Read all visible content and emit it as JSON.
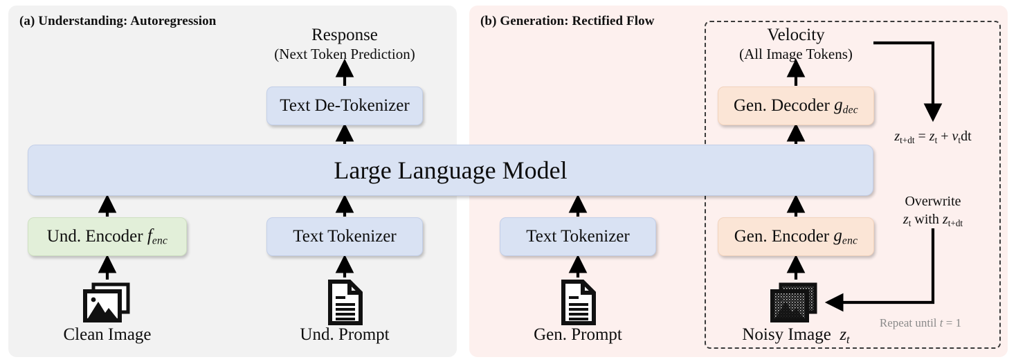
{
  "figure": {
    "panels": [
      {
        "id": "a",
        "title": "(a) Understanding: Autoregression",
        "bg": "#f2f2f2"
      },
      {
        "id": "b",
        "title": "(b) Generation: Rectified Flow",
        "bg": "#fdf0ee"
      }
    ]
  },
  "colors": {
    "blue_box": "#d9e2f3",
    "green_box": "#e2efd9",
    "peach_box": "#fbe5d6",
    "panel_left_bg": "#f2f2f2",
    "panel_right_bg": "#fdf0ee",
    "arrow": "#000000",
    "dashed_border": "#3a3a3a",
    "muted_text": "#8a8a8a"
  },
  "nodes": {
    "text_detokenizer": "Text De-Tokenizer",
    "large_language_model": "Large Language Model",
    "und_encoder": "Und. Encoder",
    "und_encoder_sym": "f",
    "und_encoder_sub": "enc",
    "text_tokenizer_left": "Text Tokenizer",
    "text_tokenizer_right": "Text Tokenizer",
    "gen_decoder": "Gen. Decoder",
    "gen_decoder_sym": "g",
    "gen_decoder_sub": "dec",
    "gen_encoder": "Gen. Encoder",
    "gen_encoder_sym": "g",
    "gen_encoder_sub": "enc"
  },
  "captions": {
    "response_main": "Response",
    "response_sub": "(Next Token Prediction)",
    "velocity_main": "Velocity",
    "velocity_sub": "(All Image Tokens)",
    "clean_image": "Clean Image",
    "und_prompt": "Und. Prompt",
    "gen_prompt": "Gen. Prompt",
    "noisy_image": "Noisy Image",
    "noisy_image_sym": "z",
    "noisy_image_sub": "t"
  },
  "equations": {
    "step": {
      "lhs_sym": "z",
      "lhs_sub": "t+dt",
      "eq": "=",
      "rhs1_sym": "z",
      "rhs1_sub": "t",
      "plus": "+",
      "rhs2_sym": "v",
      "rhs2_sub": "t",
      "rhs2_tail": "dt"
    },
    "overwrite_line1": "Overwrite",
    "overwrite_line2_pre": "z",
    "overwrite_line2_sub": "t",
    "overwrite_line2_mid": "with",
    "overwrite_line2_sym": "z",
    "overwrite_line2_sub2": "t+dt",
    "repeat": "Repeat until",
    "repeat_var": "t",
    "repeat_eq": "= 1"
  },
  "icons": {
    "clean_image_icon": "image-stack-icon",
    "und_prompt_icon": "document-icon",
    "gen_prompt_icon": "document-icon",
    "noisy_image_icon": "noisy-image-stack-icon"
  }
}
